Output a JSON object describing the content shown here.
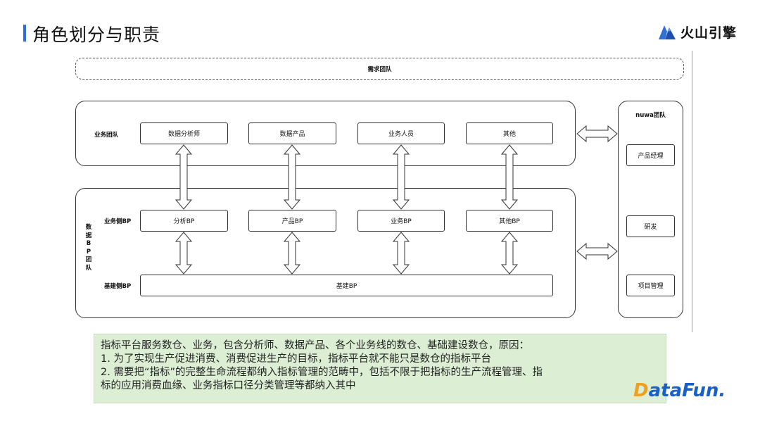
{
  "header": {
    "title": "角色划分与职责",
    "brand": "火山引擎",
    "accent_color": "#2f6fd6"
  },
  "diagram": {
    "demand_team": "需求团队",
    "business_team": {
      "label": "业务团队",
      "roles": [
        "数据分析师",
        "数据产品",
        "业务人员",
        "其他"
      ]
    },
    "data_bp_team": {
      "label": "数据BP团队",
      "label_chars": [
        "数",
        "据",
        "B",
        "P",
        "团",
        "队"
      ],
      "business_side_label": "业务侧BP",
      "business_side_boxes": [
        "分析BP",
        "产品BP",
        "业务BP",
        "其他BP"
      ],
      "infra_side_label": "基建侧BP",
      "infra_box": "基建BP"
    },
    "nuwa_team": {
      "label": "nuwa团队",
      "roles": [
        "产品经理",
        "研发",
        "项目管理"
      ]
    }
  },
  "note": {
    "lines": [
      "指标平台服务数仓、业务，包含分析师、数据产品、各个业务线的数仓、基础建设数仓，原因：",
      "1. 为了实现生产促进消费、消费促进生产的目标，指标平台就不能只是数仓的指标平台",
      "2. 需要把“指标”的完整生命流程都纳入指标管理的范畴中，包括不限于把指标的生产流程管理、指",
      "标的应用消费血缘、业务指标口径分类管理等都纳入其中"
    ],
    "background": "#dcefd4"
  },
  "footer_logo": {
    "prefix": "D",
    "text": "ataFun."
  }
}
